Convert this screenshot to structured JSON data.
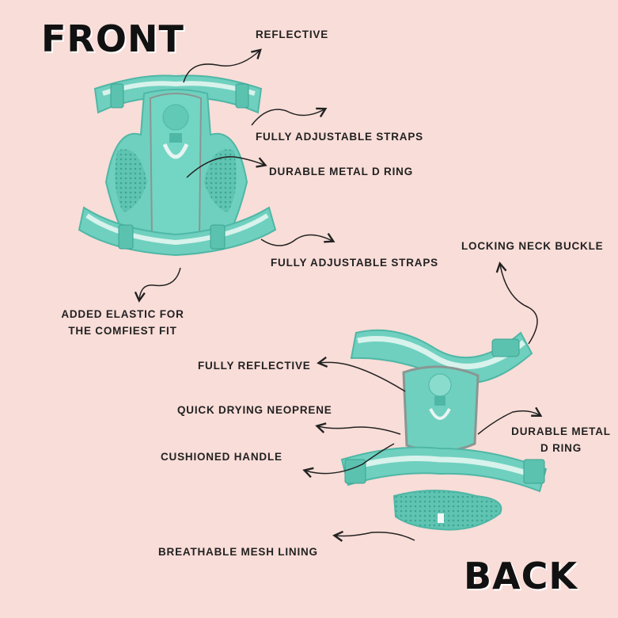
{
  "titles": {
    "front": "FRONT",
    "back": "BACK"
  },
  "labels": {
    "reflective": "REFLECTIVE",
    "adjustable_top": "FULLY ADJUSTABLE STRAPS",
    "d_ring_front": "DURABLE METAL D RING",
    "adjustable_bottom": "FULLY ADJUSTABLE STRAPS",
    "elastic_line1": "ADDED ELASTIC FOR",
    "elastic_line2": "THE COMFIEST FIT",
    "locking_buckle": "LOCKING NECK BUCKLE",
    "fully_reflective": "FULLY REFLECTIVE",
    "neoprene": "QUICK DRYING NEOPRENE",
    "handle": "CUSHIONED HANDLE",
    "d_ring_back_line1": "DURABLE METAL",
    "d_ring_back_line2": "D RING",
    "mesh": "BREATHABLE MESH LINING"
  },
  "colors": {
    "background": "#f9ddd8",
    "harness": "#6fd0bf",
    "harness_dark": "#4fb7a6",
    "strap_stripe": "#d8f2ec",
    "reflective_grey": "#9aa3a0",
    "text": "#222222"
  }
}
